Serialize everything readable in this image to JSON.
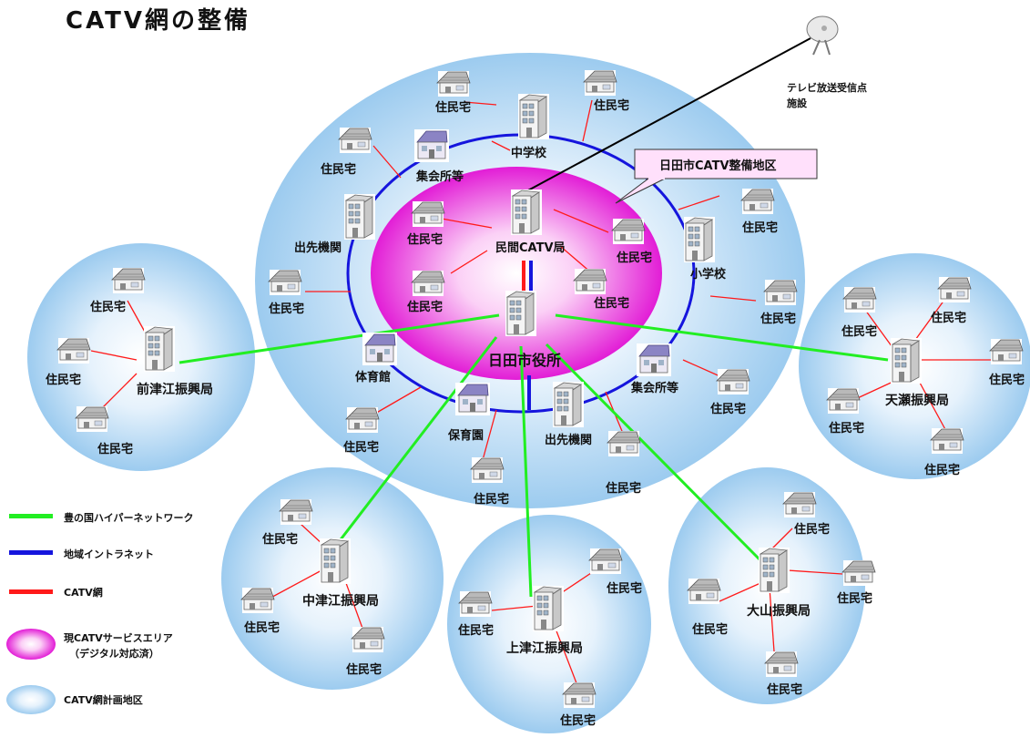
{
  "title": "CATV網の整備",
  "labels": {
    "house": "住民宅",
    "satellite": [
      "テレビ放送受信点",
      "施設"
    ],
    "callout": "日田市CATV整備地区",
    "private_catv": "民間CATV局",
    "city_hall": "日田市役所",
    "junior_high": "中学校",
    "elementary": "小学校",
    "meeting_hall": "集会所等",
    "branch_office": "出先機関",
    "gym": "体育館",
    "nursery": "保育園",
    "maetsue": "前津江振興局",
    "amase": "天瀬振興局",
    "nakatsue": "中津江振興局",
    "kamitsue": "上津江振興局",
    "oyama": "大山振興局"
  },
  "legend": [
    {
      "label": "豊の国ハイパーネットワーク",
      "color": "#22ee22"
    },
    {
      "label": "地域イントラネット",
      "color": "#1515dd"
    },
    {
      "label": "CATV網",
      "color": "#ff1a1a"
    },
    {
      "label": [
        "現CATVサービスエリア",
        "（デジタル対応済）"
      ],
      "color": "#ee22dd"
    },
    {
      "label": "CATV網計画地区",
      "color": "#a8d2f2"
    }
  ],
  "colors": {
    "hyper_network": "#22ee22",
    "intranet": "#1515dd",
    "catv": "#ff1a1a",
    "service_area": "#ee22dd",
    "planned_area": "#a8d2f2"
  }
}
